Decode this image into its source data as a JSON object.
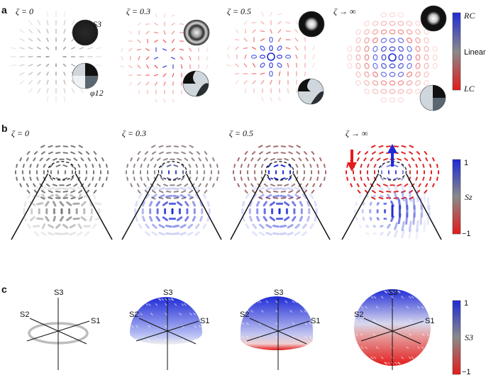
{
  "panels": {
    "a": {
      "label": "a",
      "columns": [
        "ζ = 0",
        "ζ = 0.3",
        "ζ = 0.5",
        "ζ → ∞"
      ],
      "insets": {
        "top": "S3",
        "bottom": "φ12"
      },
      "colorbar": {
        "top": "RC",
        "middle": "Linear",
        "bottom": "LC",
        "color_top": "#1f2bd6",
        "color_middle": "#8a8a8a",
        "color_bottom": "#e31b1b"
      }
    },
    "b": {
      "label": "b",
      "columns": [
        "ζ = 0",
        "ζ = 0.3",
        "ζ = 0.5",
        "ζ → ∞"
      ],
      "colorbar": {
        "top": "1",
        "label": "Sz",
        "bottom": "−1",
        "color_top": "#1f2bd6",
        "color_middle": "#8a8a8a",
        "color_bottom": "#e31b1b"
      }
    },
    "c": {
      "label": "c",
      "axis_labels": {
        "s1": "S1",
        "s2": "S2",
        "s3": "S3"
      },
      "colorbar": {
        "top": "1",
        "label": "S3",
        "bottom": "−1",
        "color_top": "#1f2bd6",
        "color_middle": "#8a8a8a",
        "color_bottom": "#e31b1b"
      }
    }
  }
}
